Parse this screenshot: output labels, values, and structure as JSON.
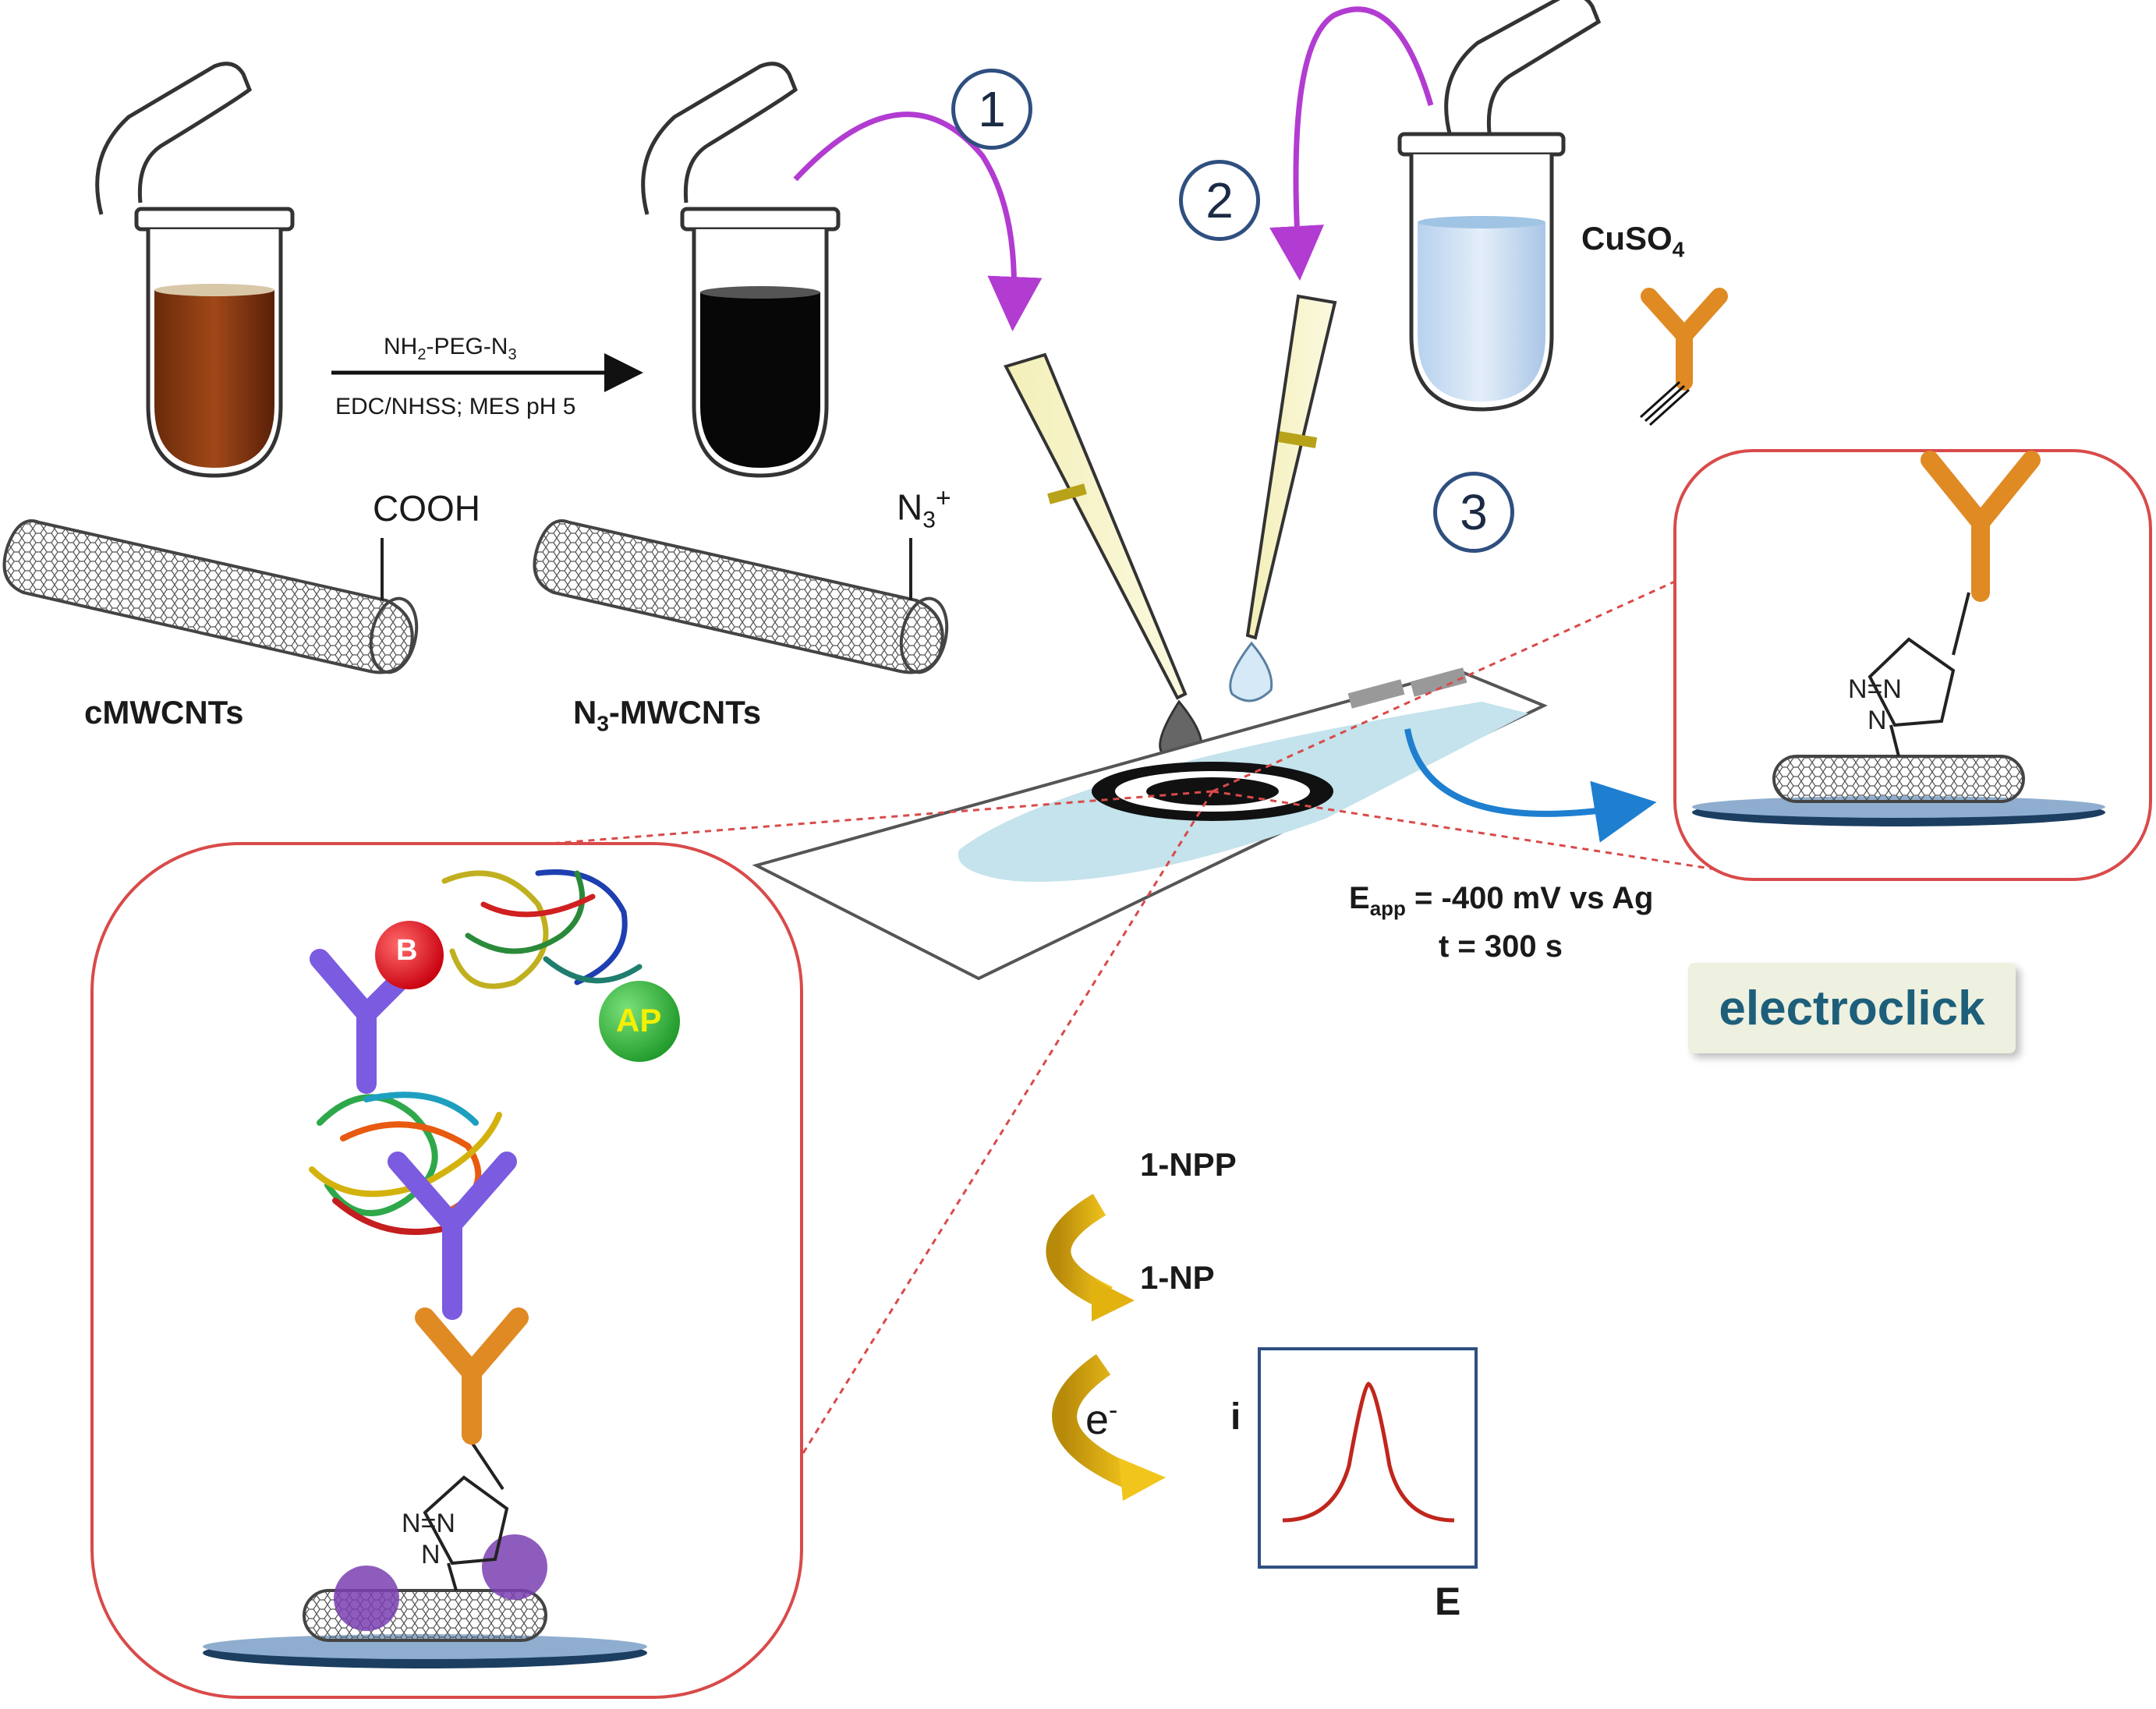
{
  "steps": [
    "1",
    "2",
    "3"
  ],
  "labels": {
    "cooh": "COOH",
    "n3": "N",
    "n3_sub": "3",
    "n3_sup": "+",
    "cmwcnts": "cMWCNTs",
    "n3mwcnts_pre": "N",
    "n3mwcnts_sub": "3",
    "n3mwcnts_post": "-MWCNTs",
    "cuso4_pre": "CuSO",
    "cuso4_sub": "4",
    "reagent_top_1": "NH",
    "reagent_top_sub1": "2",
    "reagent_top_2": "-PEG-N",
    "reagent_top_sub2": "3",
    "reagent_bottom": "EDC/NHSS; MES pH 5",
    "eapp_pre": "E",
    "eapp_sub": "app",
    "eapp_post": " = -400 mV vs Ag",
    "time": "t = 300 s",
    "electroclick": "electroclick",
    "npp": "1-NPP",
    "np": "1-NP",
    "electron": "e",
    "electron_sup": "-",
    "axis_i": "i",
    "axis_e": "E",
    "biotin": "B",
    "ap": "AP"
  },
  "colors": {
    "arrow_magenta": "#b23bd1",
    "arrow_blue": "#1e7fd0",
    "antibody_orange": "#e08a24",
    "antibody_purple": "#7b5be0",
    "frame_red": "#d94a4a",
    "tube_brown": "#8a3a12",
    "tube_black": "#080808",
    "tube_blue": "#c9def2",
    "peak_red": "#c0261c",
    "curve_gold": "#e2b20e"
  }
}
